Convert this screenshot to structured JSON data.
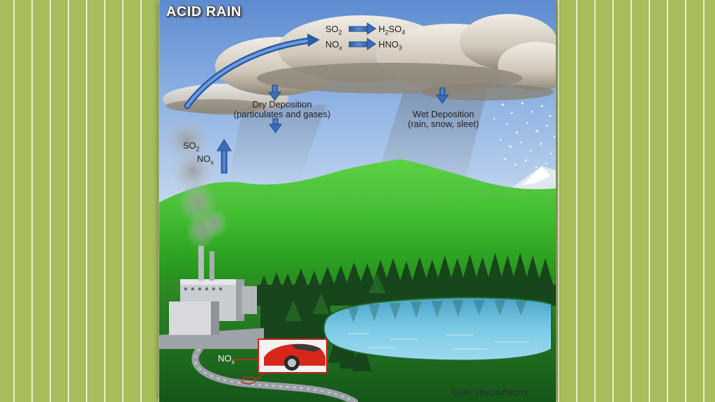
{
  "title": "ACID RAIN",
  "labels": {
    "dry_deposition": {
      "line1": "Dry Deposition",
      "line2": "(particulates and gases)"
    },
    "wet_deposition": {
      "line1": "Wet Deposition",
      "line2": "(rain, snow, sleet)"
    },
    "emission_top": {
      "base": "SO",
      "sub": "2"
    },
    "emission_bottom": {
      "base": "NO",
      "sub": "x"
    },
    "car_emission": {
      "base": "NO",
      "sub": "x"
    }
  },
  "reactions": [
    {
      "reactant": {
        "base": "SO",
        "sub": "2"
      },
      "product": {
        "pre": "H",
        "sub1": "2",
        "mid": "SO",
        "sub2": "4"
      }
    },
    {
      "reactant": {
        "base": "NO",
        "sub": "x"
      },
      "product": {
        "pre": "HNO",
        "sub1": "3",
        "mid": "",
        "sub2": ""
      }
    }
  ],
  "copyright": "©2007 HowStuffWorks",
  "colors": {
    "background_green": "#a7bd5c",
    "stripe": "#e9eed0",
    "arrow_blue": "#3a6db5",
    "mountain_green": "#3bb52a",
    "lake_blue": "#67b8d8",
    "car_red": "#d8261a"
  }
}
